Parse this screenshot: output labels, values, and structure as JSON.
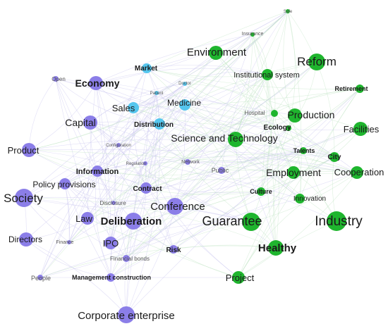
{
  "colors": {
    "purple": "#8b7ee8",
    "cyan": "#55c6ee",
    "green": "#1fb52e",
    "edge_purple": "#c9c4ef",
    "edge_green": "#bfe3c2"
  },
  "nodes": [
    {
      "id": "safe",
      "label": "Safe",
      "group": "green"
    },
    {
      "id": "insurance",
      "label": "Insurance",
      "group": "green"
    },
    {
      "id": "environment",
      "label": "Environment",
      "group": "green"
    },
    {
      "id": "reform",
      "label": "Reform",
      "group": "green"
    },
    {
      "id": "institutional-system",
      "label": "Institutional system",
      "group": "green"
    },
    {
      "id": "retirement",
      "label": "Retirement",
      "group": "green"
    },
    {
      "id": "hospital",
      "label": "Hospital",
      "group": "green"
    },
    {
      "id": "production",
      "label": "Production",
      "group": "green"
    },
    {
      "id": "ecology",
      "label": "Ecology",
      "group": "green"
    },
    {
      "id": "facilities",
      "label": "Facilities",
      "group": "green"
    },
    {
      "id": "science-and-technology",
      "label": "Science and Technology",
      "group": "green"
    },
    {
      "id": "talents",
      "label": "Talents",
      "group": "green"
    },
    {
      "id": "city",
      "label": "City",
      "group": "green"
    },
    {
      "id": "employment",
      "label": "Employment",
      "group": "green"
    },
    {
      "id": "cooperation",
      "label": "Cooperation",
      "group": "green"
    },
    {
      "id": "culture",
      "label": "Culture",
      "group": "green"
    },
    {
      "id": "innovation",
      "label": "Innovation",
      "group": "green"
    },
    {
      "id": "guarantee",
      "label": "Guarantee",
      "group": "green"
    },
    {
      "id": "industry",
      "label": "Industry",
      "group": "green"
    },
    {
      "id": "healthy",
      "label": "Healthy",
      "group": "green"
    },
    {
      "id": "project",
      "label": "Project",
      "group": "green"
    },
    {
      "id": "market",
      "label": "Market",
      "group": "cyan"
    },
    {
      "id": "doctor",
      "label": "Doctor",
      "group": "cyan"
    },
    {
      "id": "patient",
      "label": "Patient",
      "group": "cyan"
    },
    {
      "id": "medicine",
      "label": "Medicine",
      "group": "cyan"
    },
    {
      "id": "sales",
      "label": "Sales",
      "group": "cyan"
    },
    {
      "id": "distribution",
      "label": "Distribution",
      "group": "cyan"
    },
    {
      "id": "open",
      "label": "Open",
      "group": "purple"
    },
    {
      "id": "economy",
      "label": "Economy",
      "group": "purple"
    },
    {
      "id": "capital",
      "label": "Capital",
      "group": "purple"
    },
    {
      "id": "configuration",
      "label": "Configuration",
      "group": "purple"
    },
    {
      "id": "product",
      "label": "Product",
      "group": "purple"
    },
    {
      "id": "regulation",
      "label": "Regulation",
      "group": "purple"
    },
    {
      "id": "network",
      "label": "Network",
      "group": "purple"
    },
    {
      "id": "information",
      "label": "Information",
      "group": "purple"
    },
    {
      "id": "public",
      "label": "Public",
      "group": "purple"
    },
    {
      "id": "policy-provisions",
      "label": "Policy provisions",
      "group": "purple"
    },
    {
      "id": "contract",
      "label": "Contract",
      "group": "purple"
    },
    {
      "id": "society",
      "label": "Society",
      "group": "purple"
    },
    {
      "id": "disclosure",
      "label": "Disclosure",
      "group": "purple"
    },
    {
      "id": "conference",
      "label": "Conference",
      "group": "purple"
    },
    {
      "id": "law",
      "label": "Law",
      "group": "purple"
    },
    {
      "id": "deliberation",
      "label": "Deliberation",
      "group": "purple"
    },
    {
      "id": "directors",
      "label": "Directors",
      "group": "purple"
    },
    {
      "id": "finance",
      "label": "Finance",
      "group": "purple"
    },
    {
      "id": "ipo",
      "label": "IPO",
      "group": "purple"
    },
    {
      "id": "risk",
      "label": "Risk",
      "group": "purple"
    },
    {
      "id": "financial-bonds",
      "label": "Financial bonds",
      "group": "purple"
    },
    {
      "id": "people",
      "label": "People",
      "group": "purple"
    },
    {
      "id": "management-construction",
      "label": "Management construction",
      "group": "purple"
    },
    {
      "id": "corporate-enterprise",
      "label": "Corporate enterprise",
      "group": "purple"
    }
  ]
}
